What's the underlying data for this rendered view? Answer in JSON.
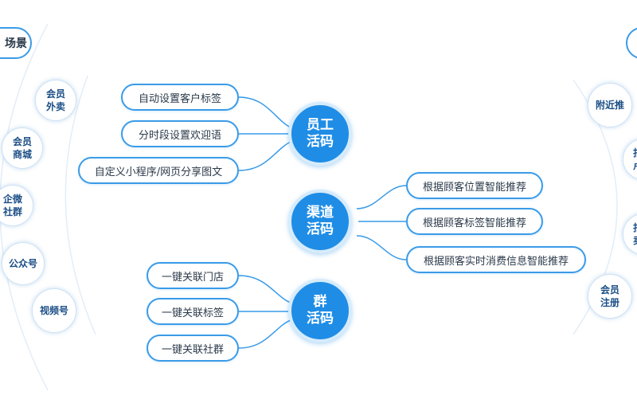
{
  "corner_label": "场景",
  "hubs": [
    {
      "line1": "员工",
      "line2": "活码"
    },
    {
      "line1": "渠道",
      "line2": "活码"
    },
    {
      "line1": "群",
      "line2": "活码"
    }
  ],
  "staff_items": [
    "自动设置客户标签",
    "分时段设置欢迎语",
    "自定义小程序/网页分享图文"
  ],
  "channel_items": [
    "根据顾客位置智能推荐",
    "根据顾客标签智能推荐",
    "根据顾客实时消费信息智能推荐"
  ],
  "group_items": [
    "一键关联门店",
    "一键关联标签",
    "一键关联社群"
  ],
  "left_bubbles": [
    {
      "line1": "会员",
      "line2": "外卖"
    },
    {
      "line1": "会员",
      "line2": "商城"
    },
    {
      "line1": "企微",
      "line2": "社群"
    },
    {
      "line1": "公众号",
      "line2": ""
    },
    {
      "line1": "视频号",
      "line2": ""
    }
  ],
  "right_bubbles": [
    {
      "line1": "附近推",
      "line2": ""
    },
    {
      "line1": "扫",
      "line2": "卢"
    },
    {
      "line1": "扫",
      "line2": "卖"
    },
    {
      "line1": "会员",
      "line2": "注册"
    }
  ],
  "colors": {
    "hub": "#1f8de6",
    "line": "#3a9be8",
    "arc": "#dde9f5",
    "text": "#2b3a4a",
    "bubble_text": "#1b4e86"
  }
}
